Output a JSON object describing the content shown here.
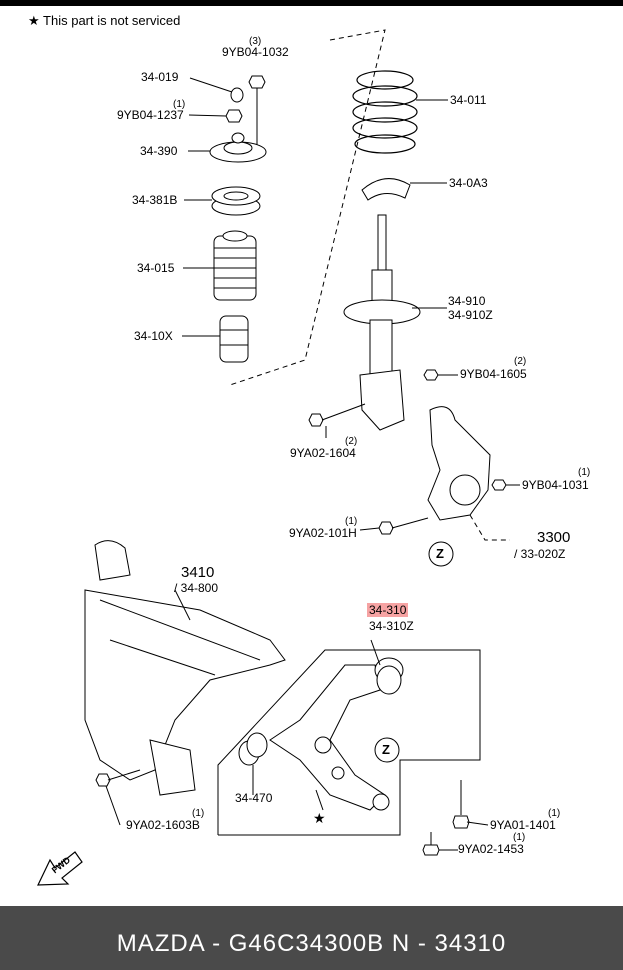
{
  "note": {
    "star": "★",
    "text": "This part is not serviced"
  },
  "labels": {
    "qty_1032": "(3)",
    "p_1032": "9YB04-1032",
    "p_019": "34-019",
    "qty_1237": "(1)",
    "p_1237": "9YB04-1237",
    "p_390": "34-390",
    "p_381b": "34-381B",
    "p_015": "34-015",
    "p_10x": "34-10X",
    "p_011": "34-011",
    "p_0a3": "34-0A3",
    "p_910": "34-910",
    "p_910z": "34-910Z",
    "qty_1605": "(2)",
    "p_1605": "9YB04-1605",
    "qty_1604": "(2)",
    "p_1604": "9YA02-1604",
    "qty_1031": "(1)",
    "p_1031": "9YB04-1031",
    "qty_101h": "(1)",
    "p_101h": "9YA02-101H",
    "p_3300": "3300",
    "p_020z": "/ 33-020Z",
    "z_upper": "Z",
    "p_3410": "3410",
    "p_800": "/ 34-800",
    "p_310": "34-310",
    "p_310z": "34-310Z",
    "z_lower": "Z",
    "p_470": "34-470",
    "qty_1603b": "(1)",
    "p_1603b": "9YA02-1603B",
    "qty_1401": "(1)",
    "p_1401": "9YA01-1401",
    "qty_1453": "(1)",
    "p_1453": "9YA02-1453",
    "star_lower": "★",
    "fwd": "FWD"
  },
  "footer": {
    "text": "MAZDA - G46C34300B      N - 34310"
  },
  "colors": {
    "highlight": "#f6a3a3",
    "footer_bg": "#4a4a4a"
  }
}
